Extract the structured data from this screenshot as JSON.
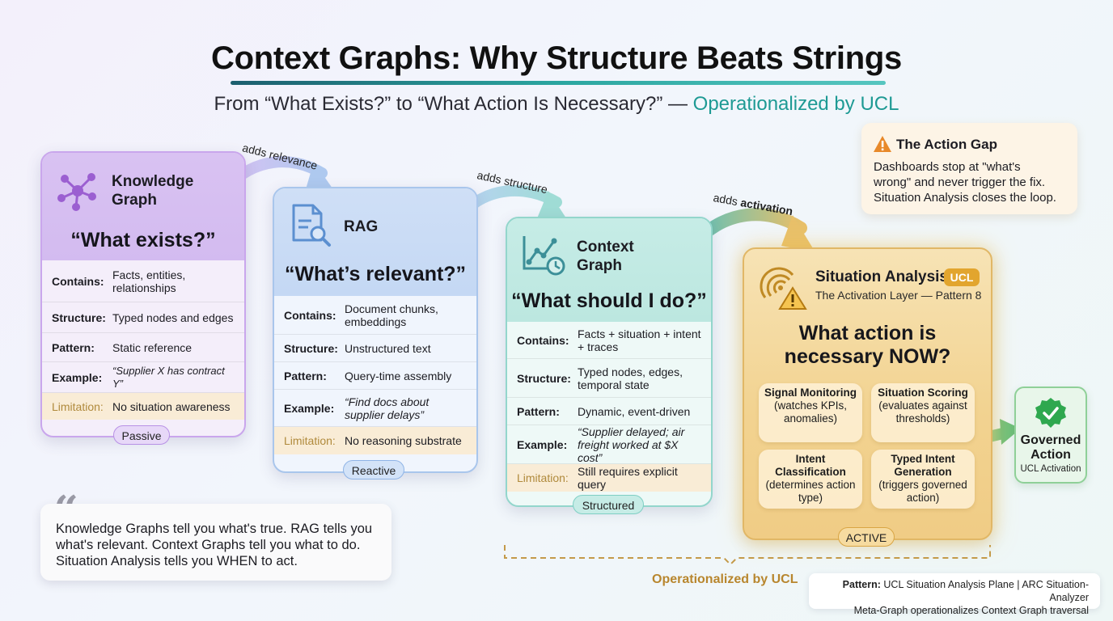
{
  "title": "Context Graphs: Why Structure Beats Strings",
  "subtitle": {
    "main": "From “What Exists?” to “What Action Is Necessary?” — ",
    "accent": "Operationalized by UCL"
  },
  "arrows": {
    "kg_to_rag": "adds relevance",
    "rag_to_cg": "adds structure",
    "cg_to_sa_prefix": "adds ",
    "cg_to_sa_bold": "activation"
  },
  "cards": {
    "knowledge_graph": {
      "name_line1": "Knowledge",
      "name_line2": "Graph",
      "icon": "network-graph-icon",
      "question": "“What exists?”",
      "rows": [
        {
          "label": "Contains:",
          "value": "Facts, entities, relationships"
        },
        {
          "label": "Structure:",
          "value": "Typed nodes and edges"
        },
        {
          "label": "Pattern:",
          "value": "Static reference"
        },
        {
          "label": "Example:",
          "value": "“Supplier X has contract Y”"
        },
        {
          "label": "Limitation:",
          "value": "No situation awareness"
        }
      ],
      "badge": "Passive"
    },
    "rag": {
      "name": "RAG",
      "icon": "document-search-icon",
      "question": "“What’s relevant?”",
      "rows": [
        {
          "label": "Contains:",
          "value": "Document chunks, embeddings"
        },
        {
          "label": "Structure:",
          "value": "Unstructured text"
        },
        {
          "label": "Pattern:",
          "value": "Query-time assembly"
        },
        {
          "label": "Example:",
          "value": "“Find docs about supplier delays”"
        },
        {
          "label": "Limitation:",
          "value": "No reasoning substrate"
        }
      ],
      "badge": "Reactive"
    },
    "context_graph": {
      "name_line1": "Context",
      "name_line2": "Graph",
      "icon": "graph-clock-icon",
      "question": "“What should I do?”",
      "rows": [
        {
          "label": "Contains:",
          "value": "Facts + situation + intent + traces"
        },
        {
          "label": "Structure:",
          "value": "Typed nodes, edges, temporal state"
        },
        {
          "label": "Pattern:",
          "value": "Dynamic, event-driven"
        },
        {
          "label": "Example:",
          "value": "“Supplier delayed; air freight worked at $X cost”"
        },
        {
          "label": "Limitation:",
          "value": "Still requires explicit query"
        }
      ],
      "badge": "Structured"
    },
    "situation_analysis": {
      "name": "Situation Analysis",
      "tag": "UCL",
      "subtitle": "The Activation Layer — Pattern 8",
      "icon": "radar-warning-icon",
      "question_line1": "What action is",
      "question_line2": "necessary NOW?",
      "components": [
        {
          "title": "Signal Monitoring",
          "detail": "(watches KPIs, anomalies)"
        },
        {
          "title": "Situation Scoring",
          "detail": "(evaluates against thresholds)"
        },
        {
          "title": "Intent Classification",
          "detail": "(determines action type)"
        },
        {
          "title": "Typed Intent Generation",
          "detail": "(triggers governed action)"
        }
      ],
      "badge": "ACTIVE"
    }
  },
  "governed_action": {
    "icon": "check-badge-icon",
    "title_line1": "Governed",
    "title_line2": "Action",
    "caption": "UCL Activation"
  },
  "action_gap": {
    "icon": "warning-icon",
    "title": "The Action Gap",
    "lines": [
      "Dashboards stop at \"what's",
      "wrong\" and never trigger the fix.",
      "Situation Analysis closes the loop."
    ]
  },
  "quote": {
    "icon": "quote-icon",
    "lines": [
      "Knowledge Graphs tell you what's true. RAG tells you",
      "what's relevant. Context Graphs tell you what to do.",
      "Situation Analysis tells you WHEN to act."
    ]
  },
  "operationalized_label": "Operationalized by UCL",
  "pattern_note": {
    "label": "Pattern:",
    "line1": "UCL Situation Analysis Plane | ARC Situation-Analyzer",
    "line2": "Meta-Graph operationalizes Context Graph traversal"
  },
  "colors": {
    "kg": "#c9a6ec",
    "rag": "#a9c6ec",
    "cg": "#93d6cc",
    "sa": "#e1b766",
    "accent": "#1e9a94",
    "gold": "#b8862e"
  }
}
